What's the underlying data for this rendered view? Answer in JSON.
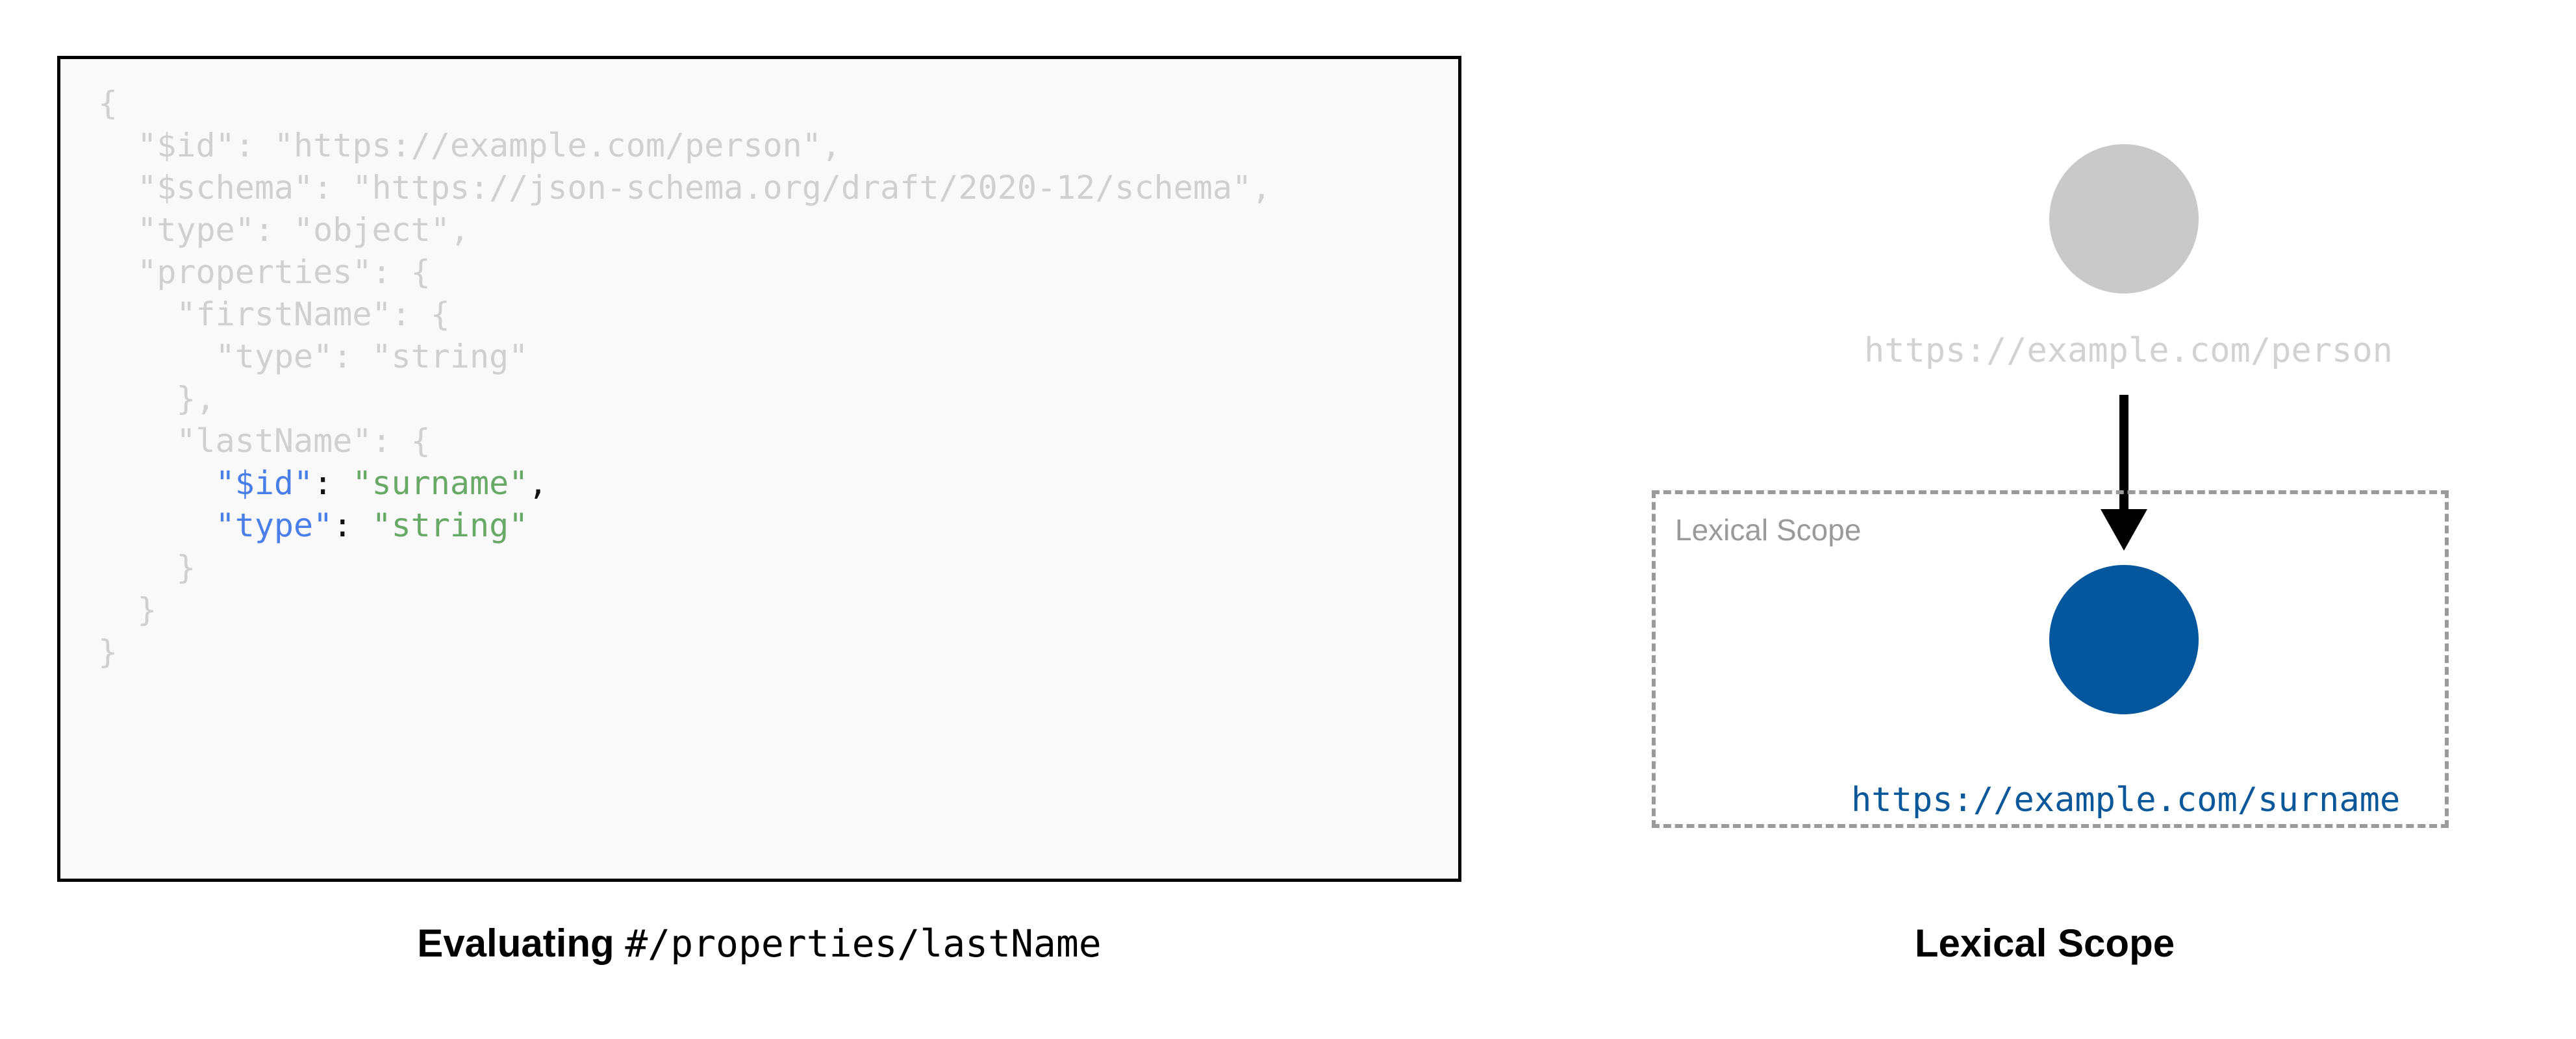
{
  "colors": {
    "code_dim": "#d0d0d0",
    "code_key_highlight": "#4a7ee8",
    "code_string_highlight": "#69a968",
    "code_punct_highlight": "#111111",
    "code_bg": "#f9f9f9",
    "code_border": "#000000",
    "node_inactive": "#c9c9c9",
    "node_active": "#05579d",
    "link_text": "#0a5799",
    "scope_border": "#9a9a9a",
    "scope_label": "#9a9a9a",
    "arrow": "#000000"
  },
  "left_panel": {
    "code": {
      "language": "json",
      "lines": [
        {
          "indent": 0,
          "segments": [
            {
              "text": "{",
              "style": "dim"
            }
          ]
        },
        {
          "indent": 1,
          "segments": [
            {
              "text": "\"$id\": \"https://example.com/person\",",
              "style": "dim"
            }
          ]
        },
        {
          "indent": 1,
          "segments": [
            {
              "text": "\"$schema\": \"https://json-schema.org/draft/2020-12/schema\",",
              "style": "dim"
            }
          ]
        },
        {
          "indent": 1,
          "segments": [
            {
              "text": "\"type\": \"object\",",
              "style": "dim"
            }
          ]
        },
        {
          "indent": 1,
          "segments": [
            {
              "text": "\"properties\": {",
              "style": "dim"
            }
          ]
        },
        {
          "indent": 2,
          "segments": [
            {
              "text": "\"firstName\": {",
              "style": "dim"
            }
          ]
        },
        {
          "indent": 3,
          "segments": [
            {
              "text": "\"type\": \"string\"",
              "style": "dim"
            }
          ]
        },
        {
          "indent": 2,
          "segments": [
            {
              "text": "},",
              "style": "dim"
            }
          ]
        },
        {
          "indent": 2,
          "segments": [
            {
              "text": "\"lastName\": {",
              "style": "dim"
            }
          ]
        },
        {
          "indent": 3,
          "segments": [
            {
              "text": "\"$id\"",
              "style": "key"
            },
            {
              "text": ":",
              "style": "punct"
            },
            {
              "text": " \"surname\"",
              "style": "string"
            },
            {
              "text": ",",
              "style": "punct"
            }
          ]
        },
        {
          "indent": 3,
          "segments": [
            {
              "text": "\"type\"",
              "style": "key"
            },
            {
              "text": ":",
              "style": "punct"
            },
            {
              "text": " \"string\"",
              "style": "string"
            }
          ]
        },
        {
          "indent": 2,
          "segments": [
            {
              "text": "}",
              "style": "dim"
            }
          ]
        },
        {
          "indent": 1,
          "segments": [
            {
              "text": "}",
              "style": "dim"
            }
          ]
        },
        {
          "indent": 0,
          "segments": [
            {
              "text": "}",
              "style": "dim"
            }
          ]
        }
      ]
    },
    "caption": {
      "bold_part": "Evaluating ",
      "mono_part": "#/properties/lastName"
    }
  },
  "right_panel": {
    "root_node": {
      "label": "https://example.com/person",
      "state": "inactive"
    },
    "arrow": {
      "direction": "down",
      "icon": "arrow-down-icon"
    },
    "lexical_scope": {
      "box_label": "Lexical Scope",
      "node": {
        "label": "https://example.com/surname",
        "state": "active"
      }
    },
    "caption": "Lexical Scope"
  }
}
